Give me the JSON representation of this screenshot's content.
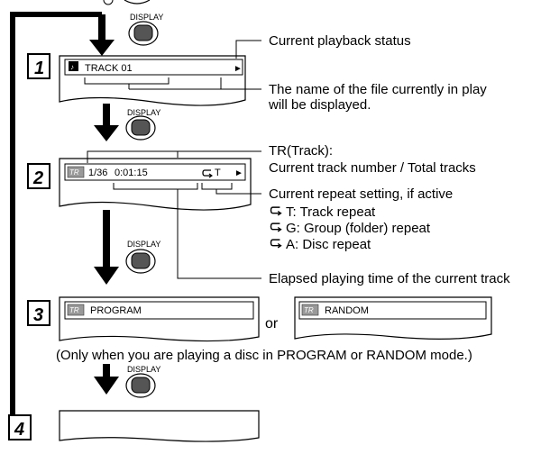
{
  "display_button": {
    "label": "DISPLAY"
  },
  "steps": [
    {
      "number": "1",
      "screen": {
        "track_text": "TRACK 01",
        "play_symbol": "►"
      }
    },
    {
      "number": "2",
      "screen": {
        "badge": "TR",
        "track_counter": "1/36",
        "elapsed_time": "0:01:15",
        "repeat_symbol": "⥹",
        "repeat_letter": "T",
        "play_symbol": "►"
      }
    },
    {
      "number": "3",
      "screen_left": {
        "badge": "TR",
        "mode": "PROGRAM"
      },
      "separator": "or",
      "screen_right": {
        "badge": "TR",
        "mode": "RANDOM"
      }
    },
    {
      "number": "4"
    }
  ],
  "annotations": {
    "playback_status": "Current playback status",
    "file_name_line1": "The name of the file currently in play",
    "file_name_line2": "will be displayed.",
    "track_line1": "TR(Track):",
    "track_line2": "Current track number / Total tracks",
    "repeat_heading": "Current repeat setting, if active",
    "repeat_track": "T: Track repeat",
    "repeat_group": "G: Group (folder) repeat",
    "repeat_disc": "A: Disc repeat",
    "elapsed": "Elapsed playing time of the current track",
    "mode_note": "(Only when you are playing a disc in PROGRAM or RANDOM mode.)"
  }
}
